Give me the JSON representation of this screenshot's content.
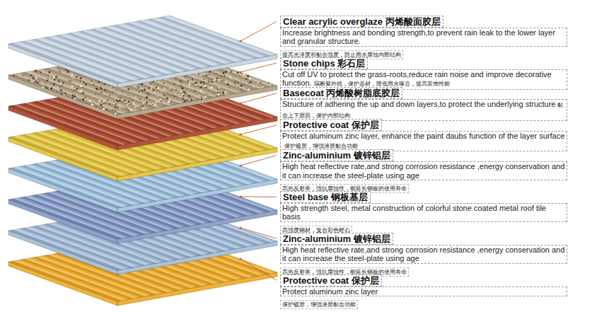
{
  "diagram": {
    "nodes": [
      {
        "text": [
          "Clear acrylic overglaze 丙烯酸面胶层",
          "Increase brightness and bonding strength,to prevent rain leak to the lower layer and granular structure.",
          "提高光泽度和黏合强度，防止雨水腐蚀内部结构"
        ]
      },
      {
        "text": [
          "Stone chips 彩石层",
          "Cut off UV to protect the grass-roots,reduce rain noise and improve decorative function.",
          "隔断紫外线，保护基材，降低雨水噪音，提高装饰性能"
        ]
      },
      {
        "text": [
          "Basecoat 丙烯酸树脂底胶层",
          "Structure of adhering the up and down layers,to protect the underlying structure",
          "黏合上下层面，保护内部结构"
        ]
      },
      {
        "text": [
          "Protective coat 保护层",
          "Protect aluminum zinc layer, enhance the paint daubs function of the layer surface",
          "保护镀层，增强涂层黏合功能"
        ]
      },
      {
        "text": [
          "Zinc-aluminium 镀锌铝层",
          "High heat reflective rate,and strong corrosion resistance ,energy conservation and it can increase the steel-plate using age",
          "高热反射率，强抗腐蚀性，能延长钢板的使用寿命"
        ]
      },
      {
        "text": [
          "Steel base 钢板基层",
          "High strength steel, metal construction of colorful stone coated metal roof tile basis",
          "高强度钢材，复合彩色蛭石"
        ]
      },
      {
        "text": [
          "Zinc-aluminium 镀锌铝层",
          "High heat reflective rate,and strong corrosion resistance ,energy conservation and it can increase the steel-plate using age",
          "高热反射率，强抗腐蚀性，能延长钢板的使用寿命"
        ]
      },
      {
        "text": [
          "Protective coat 保护层",
          "Protect aluminum zinc layer",
          "保护镀层，增强涂层黏合功能"
        ]
      }
    ]
  }
}
